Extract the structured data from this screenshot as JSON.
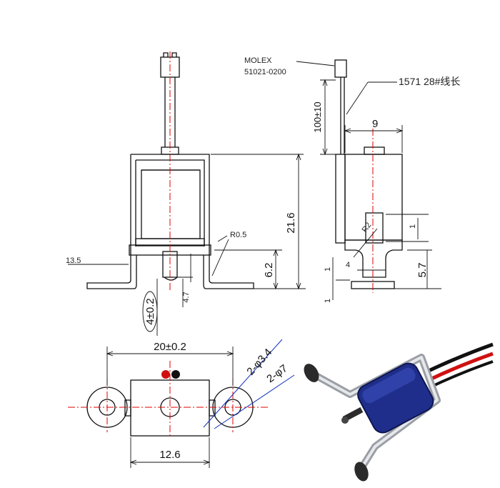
{
  "labels": {
    "molex_brand": "MOLEX",
    "molex_part": "51021-0200",
    "wire_spec": "1571 28#线长",
    "lead_length": "100±10",
    "side_width": "9",
    "total_height": "21.6",
    "radius": "R0.5",
    "left_offset": "13.5",
    "plunger_height": "6.2",
    "plunger_travel": "4.7",
    "plunger_dia": "4±0.2",
    "side_r2": "R2",
    "side_four": "4",
    "side_one_a": "1",
    "side_one_b": "1",
    "side_one_c": "1",
    "side_foot": "5.7",
    "mount_span": "20±0.2",
    "body_width": "12.6",
    "hole_small": "2-φ3.4",
    "hole_large": "2-φ7"
  },
  "colors": {
    "line": "#111111",
    "centerline": "#e00000",
    "dimension": "#1030c0",
    "red_wire": "#d01010",
    "black_wire": "#111111",
    "coil_blue": "#1f2e8a"
  }
}
